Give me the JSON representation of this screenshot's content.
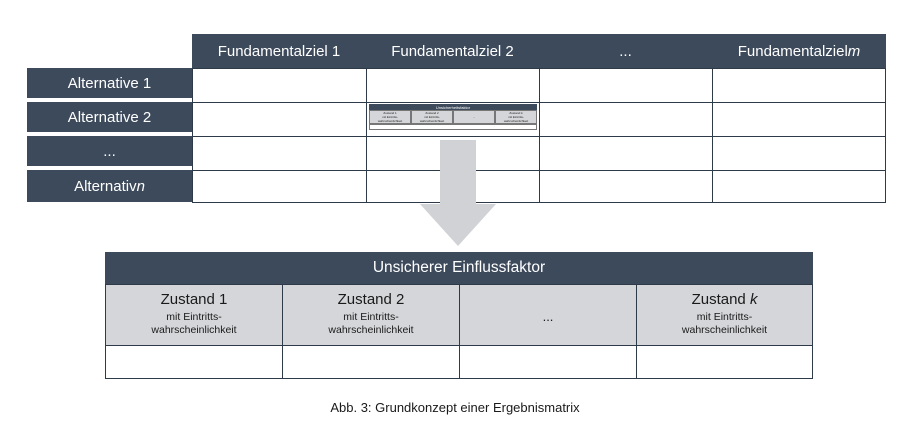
{
  "matrix": {
    "columns": [
      "Fundamentalziel 1",
      "Fundamentalziel 2",
      "...",
      "Fundamentalziel "
    ],
    "last_column_var": "m",
    "rows": [
      "Alternative 1",
      "Alternative 2",
      "...",
      "Alternativ "
    ],
    "last_row_var": "n"
  },
  "uncertainty": {
    "title": "Unsicherer Einflussfaktor",
    "states": [
      {
        "name": "Zustand 1",
        "var": "",
        "sub1": "mit Eintritts-",
        "sub2": "wahrscheinlichkeit"
      },
      {
        "name": "Zustand 2",
        "var": "",
        "sub1": "mit Eintritts-",
        "sub2": "wahrscheinlichkeit"
      },
      {
        "name": "...",
        "var": "",
        "sub1": "",
        "sub2": ""
      },
      {
        "name": "Zustand ",
        "var": "k",
        "sub1": "mit Eintritts-",
        "sub2": "wahrscheinlichkeit"
      }
    ]
  },
  "mini": {
    "title": "Unsicherheitsfaktor",
    "states": [
      "Zustand 1",
      "Zustand 2",
      "...",
      "Zustand k"
    ],
    "sub": "mit Eintritts-wahrscheinlichkeit"
  },
  "caption": "Abb. 3: Grundkonzept einer Ergebnismatrix",
  "colors": {
    "header": "#3d4a5c",
    "gray": "#d4d6d9",
    "arrow": "#d0d2d5"
  }
}
